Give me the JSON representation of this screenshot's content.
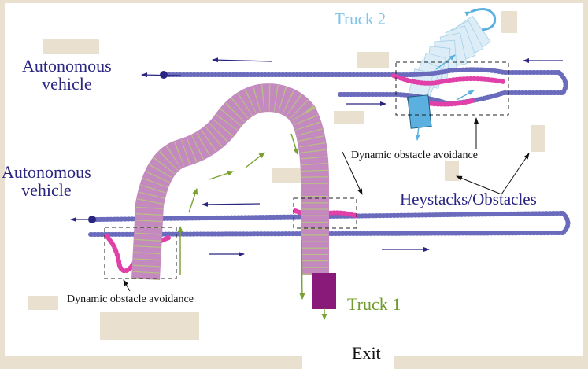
{
  "labels": {
    "autonomous_vehicle_top": [
      "Autonomous",
      "vehicle"
    ],
    "autonomous_vehicle_left": [
      "Autonomous",
      "vehicle"
    ],
    "truck_2": "Truck 2",
    "truck_1": "Truck 1",
    "heystacks_obstacles": "Heystacks/Obstacles",
    "dynamic_avoidance_top": "Dynamic obstacle avoidance",
    "dynamic_avoidance_bottom": "Dynamic obstacle avoidance",
    "exit": "Exit"
  },
  "colors": {
    "vehicle_navy": "#2a2580",
    "vehicle_path": "#3a3a9a",
    "avoidance_pink": "#e040a8",
    "truck_path": "#c790c0",
    "truck_path_stripe": "#a8c060",
    "truck_1_body": "#8a1a7a",
    "truck_2_body": "#5bb0e0",
    "truck_2_trail": "#cfe7f5",
    "green_arrow": "#7aa030",
    "obstacle_tan": "#e9e0d0",
    "wall_tan": "#e9e0d0"
  }
}
